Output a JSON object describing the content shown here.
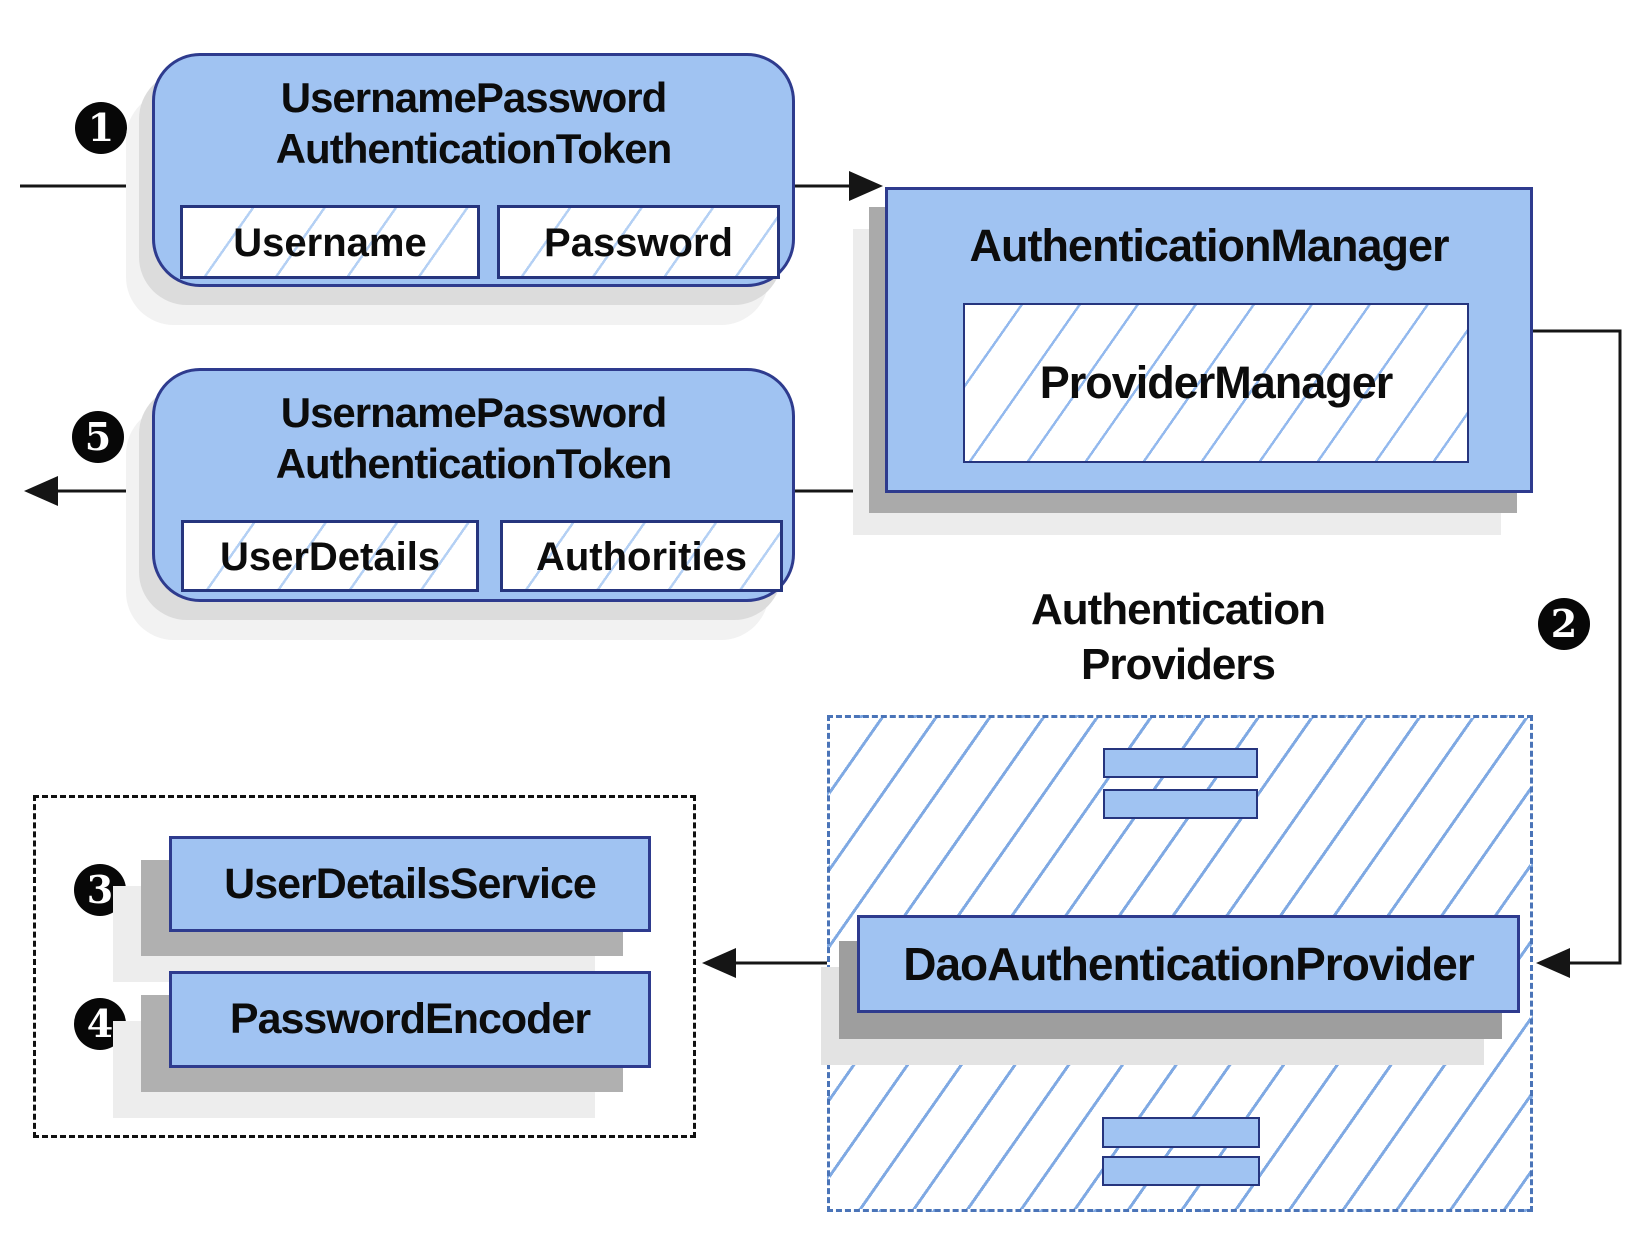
{
  "flow": {
    "badges": {
      "step1": "1",
      "step2": "2",
      "step3": "3",
      "step4": "4",
      "step5": "5"
    },
    "token_request": {
      "title_line1": "UsernamePassword",
      "title_line2": "AuthenticationToken",
      "field1": "Username",
      "field2": "Password"
    },
    "auth_manager": {
      "label": "AuthenticationManager",
      "inner_label": "ProviderManager"
    },
    "token_response": {
      "title_line1": "UsernamePassword",
      "title_line2": "AuthenticationToken",
      "field1": "UserDetails",
      "field2": "Authorities"
    },
    "providers_group": {
      "label_line1": "Authentication",
      "label_line2": "Providers"
    },
    "dao_provider": {
      "label": "DaoAuthenticationProvider"
    },
    "user_details_service": {
      "label": "UserDetailsService"
    },
    "password_encoder": {
      "label": "PasswordEncoder"
    }
  },
  "colors": {
    "node_fill": "#a0c3f2",
    "node_border": "#2e3b8e",
    "field_border": "#26357e",
    "hatch_line": "#7fa9e3",
    "hatch_line_light": "#b4d0f4",
    "dashed_blue_border": "#4a74b8",
    "dashed_black_border": "#111111",
    "connector_black": "#151515",
    "shadow_gray": "#aaaaaa",
    "badge_bg": "#070707",
    "badge_text": "#ffffff",
    "background": "#ffffff"
  }
}
